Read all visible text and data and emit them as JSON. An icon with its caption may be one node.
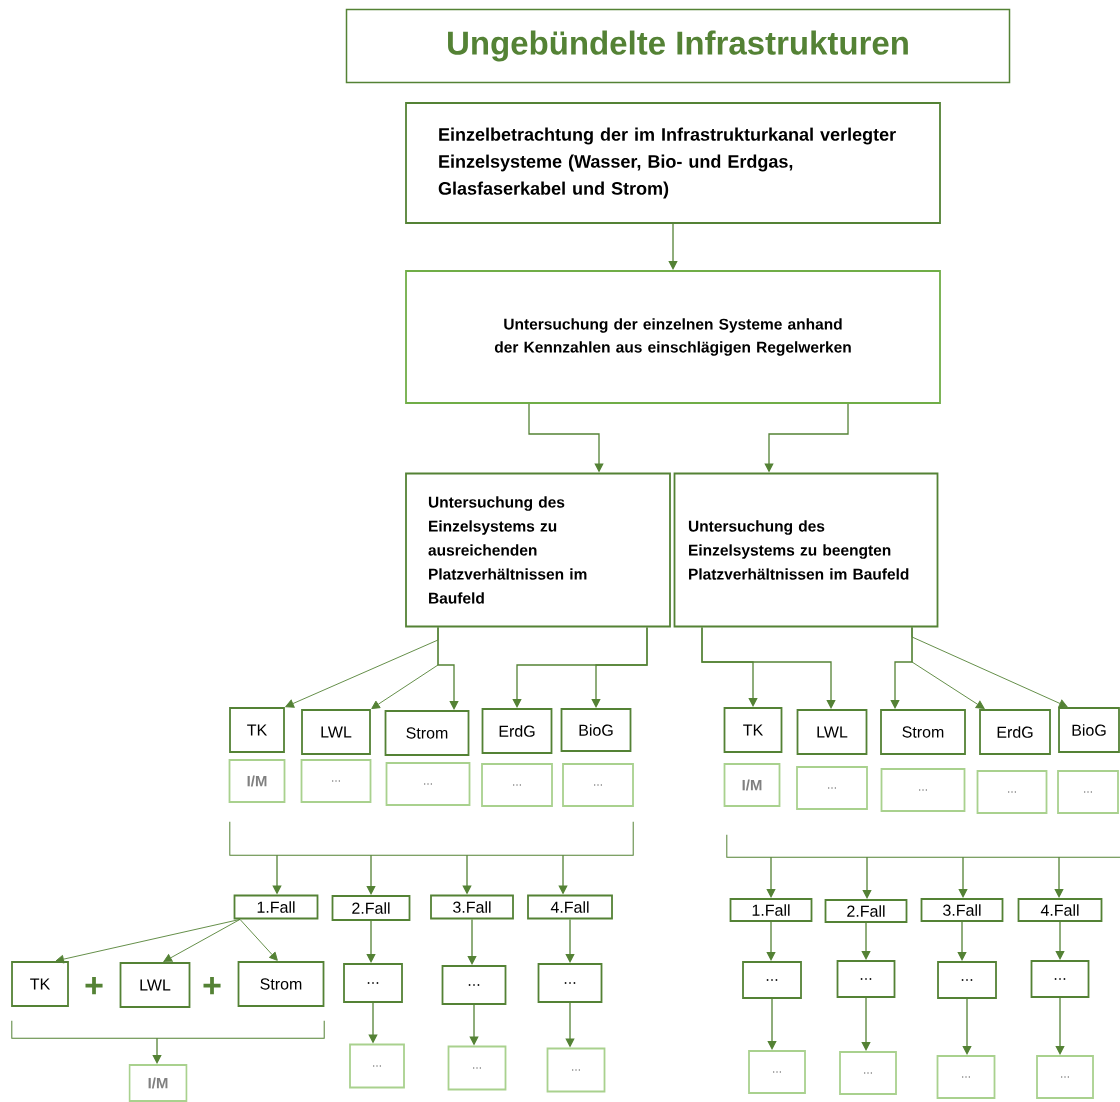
{
  "diagram": {
    "nodes": [
      {
        "text": [
          "Ungebündelte Infrastrukturen"
        ]
      },
      {
        "text": [
          "Einzelbetrachtung der im Infrastrukturkanal verlegter Einzelsysteme (Wasser, Bio- und Erdgas, Glasfaserkabel und Strom)"
        ]
      },
      {
        "text": [
          "Untersuchung der einzelnen Systeme anhand der Kennzahlen aus einschlägigen Regelwerken"
        ]
      },
      {
        "text": [
          "Untersuchung des Einzelsystems zu ausreichenden Platzverhältnissen im Baufeld"
        ]
      },
      {
        "text": [
          "Untersuchung des Einzelsystems zu beengten Platzverhältnissen im Baufeld"
        ]
      },
      {
        "text": [
          "TK"
        ]
      },
      {
        "text": [
          "LWL"
        ]
      },
      {
        "text": [
          "Strom"
        ]
      },
      {
        "text": [
          "ErdG"
        ]
      },
      {
        "text": [
          "BioG"
        ]
      },
      {
        "text": [
          "I/M"
        ]
      },
      {
        "text": [
          "..."
        ]
      },
      {
        "text": [
          "..."
        ]
      },
      {
        "text": [
          "..."
        ]
      },
      {
        "text": [
          "..."
        ]
      },
      {
        "text": [
          "TK"
        ]
      },
      {
        "text": [
          "LWL"
        ]
      },
      {
        "text": [
          "Strom"
        ]
      },
      {
        "text": [
          "ErdG"
        ]
      },
      {
        "text": [
          "BioG"
        ]
      },
      {
        "text": [
          "I/M"
        ]
      },
      {
        "text": [
          "..."
        ]
      },
      {
        "text": [
          "..."
        ]
      },
      {
        "text": [
          "..."
        ]
      },
      {
        "text": [
          "..."
        ]
      },
      {
        "text": [
          "1.Fall"
        ]
      },
      {
        "text": [
          "2.Fall"
        ]
      },
      {
        "text": [
          "3.Fall"
        ]
      },
      {
        "text": [
          "4.Fall"
        ]
      },
      {
        "text": [
          "1.Fall"
        ]
      },
      {
        "text": [
          "2.Fall"
        ]
      },
      {
        "text": [
          "3.Fall"
        ]
      },
      {
        "text": [
          "4.Fall"
        ]
      },
      {
        "text": [
          "TK"
        ]
      },
      {
        "text": [
          "LWL"
        ]
      },
      {
        "text": [
          "Strom"
        ]
      },
      {
        "text": [
          "..."
        ]
      },
      {
        "text": [
          "..."
        ]
      },
      {
        "text": [
          "..."
        ]
      },
      {
        "text": [
          "..."
        ]
      },
      {
        "text": [
          "..."
        ]
      },
      {
        "text": [
          "..."
        ]
      },
      {
        "text": [
          "..."
        ]
      },
      {
        "text": [
          "I/M"
        ]
      },
      {
        "text": [
          "..."
        ]
      },
      {
        "text": [
          "..."
        ]
      },
      {
        "text": [
          "..."
        ]
      },
      {
        "text": [
          "..."
        ]
      },
      {
        "text": [
          "..."
        ]
      },
      {
        "text": [
          "..."
        ]
      },
      {
        "text": [
          "..."
        ]
      },
      {
        "text": [],
        "shape": "bracket"
      },
      {
        "text": [],
        "shape": "bracket"
      },
      {
        "text": [],
        "shape": "bracket"
      }
    ],
    "edges": [
      {
        "from": 1,
        "to": 2,
        "arrow": "to"
      },
      {
        "from": 2,
        "to": 3,
        "arrow": "to"
      },
      {
        "from": 2,
        "to": 4,
        "arrow": "to"
      },
      {
        "from": 3,
        "to": 5,
        "arrow": "to"
      },
      {
        "from": 3,
        "to": 6,
        "arrow": "to"
      },
      {
        "from": 3,
        "to": 7,
        "arrow": "to"
      },
      {
        "from": 3,
        "to": 8,
        "arrow": "to"
      },
      {
        "from": 3,
        "to": 9,
        "arrow": "to"
      },
      {
        "from": 4,
        "to": 15,
        "arrow": "to"
      },
      {
        "from": 4,
        "to": 16,
        "arrow": "to"
      },
      {
        "from": 4,
        "to": 17,
        "arrow": "to"
      },
      {
        "from": 4,
        "to": 18,
        "arrow": "to"
      },
      {
        "from": 4,
        "to": 19,
        "arrow": "to"
      },
      {
        "from": 51,
        "to": 25,
        "arrow": "to"
      },
      {
        "from": 51,
        "to": 26,
        "arrow": "to"
      },
      {
        "from": 51,
        "to": 27,
        "arrow": "to"
      },
      {
        "from": 51,
        "to": 28,
        "arrow": "to"
      },
      {
        "from": 25,
        "to": 33,
        "arrow": "to"
      },
      {
        "from": 25,
        "to": 34,
        "arrow": "to"
      },
      {
        "from": 25,
        "to": 35,
        "arrow": "to"
      },
      {
        "from": 26,
        "to": 36,
        "arrow": "to"
      },
      {
        "from": 27,
        "to": 37,
        "arrow": "to"
      },
      {
        "from": 28,
        "to": 38,
        "arrow": "to"
      },
      {
        "from": 36,
        "to": 44,
        "arrow": "to"
      },
      {
        "from": 37,
        "to": 45,
        "arrow": "to"
      },
      {
        "from": 38,
        "to": 46,
        "arrow": "to"
      },
      {
        "from": 52,
        "to": 43,
        "arrow": "to"
      },
      {
        "from": 53,
        "to": 29,
        "arrow": "to"
      },
      {
        "from": 53,
        "to": 30,
        "arrow": "to"
      },
      {
        "from": 53,
        "to": 31,
        "arrow": "to"
      },
      {
        "from": 53,
        "to": 32,
        "arrow": "to"
      },
      {
        "from": 29,
        "to": 39,
        "arrow": "to"
      },
      {
        "from": 30,
        "to": 40,
        "arrow": "to"
      },
      {
        "from": 31,
        "to": 41,
        "arrow": "to"
      },
      {
        "from": 32,
        "to": 42,
        "arrow": "to"
      },
      {
        "from": 39,
        "to": 47,
        "arrow": "to"
      },
      {
        "from": 40,
        "to": 48,
        "arrow": "to"
      },
      {
        "from": 41,
        "to": 49,
        "arrow": "to"
      },
      {
        "from": 42,
        "to": 50,
        "arrow": "to"
      }
    ],
    "labels": [
      "+",
      "+"
    ]
  }
}
